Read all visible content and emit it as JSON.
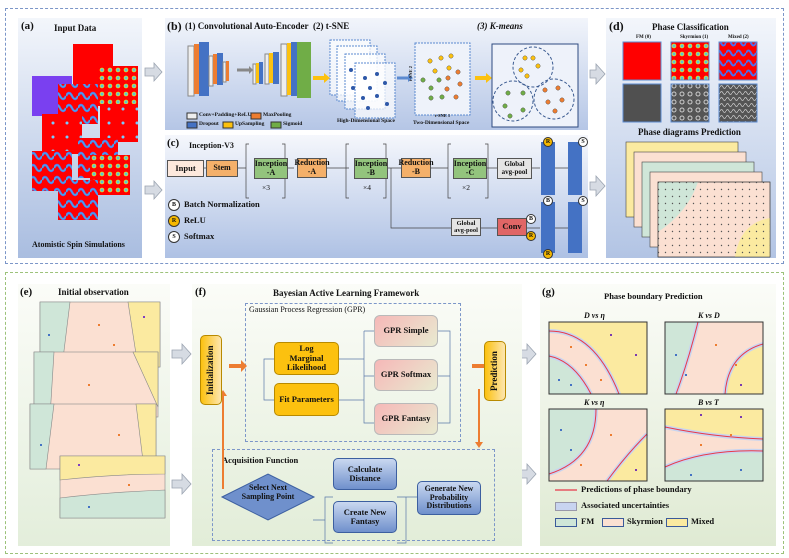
{
  "panel_a": {
    "label": "(a)",
    "title": "Input Data",
    "caption": "Atomistic Spin Simulations"
  },
  "panel_b": {
    "label": "(b)",
    "step1": "(1) Convolutional Auto-Encoder",
    "step2": "(2) t-SNE",
    "step3": "(3) K-means",
    "legend": [
      "Conv+Padding+ReLU",
      "MaxPooling",
      "Dropout",
      "UpSampling",
      "Sigmoid"
    ],
    "high_dim": "High-Dimensional Space",
    "two_dim": "Two-Dimensional Space",
    "axis_x": "t-SNE 1",
    "axis_y": "t-SNE 2"
  },
  "panel_c": {
    "label": "(c)",
    "title": "Inception-V3",
    "blocks": {
      "input": "Input",
      "stem": "Stem",
      "inc_a": "Inception -A",
      "red_a": "Reduction -A",
      "inc_b": "Inception -B",
      "red_b": "Reduction -B",
      "inc_c": "Inception -C",
      "gap": "Global avg-pool",
      "gap2": "Global avg-pool",
      "conv": "Conv"
    },
    "repeats": [
      "×3",
      "×4",
      "×2"
    ],
    "legend": [
      {
        "sym": "B",
        "label": "Batch Normalization"
      },
      {
        "sym": "R",
        "label": "ReLU"
      },
      {
        "sym": "S",
        "label": "Softmax"
      }
    ]
  },
  "panel_d": {
    "label": "(d)",
    "title": "Phase Classification",
    "classes": [
      "FM (0)",
      "Skyrmion (1)",
      "Mixed (2)"
    ],
    "subtitle": "Phase diagrams Prediction"
  },
  "panel_e": {
    "label": "(e)",
    "title": "Initial observation"
  },
  "panel_f": {
    "label": "(f)",
    "title": "Bayesian Active Learning Framework",
    "gpr_title": "Gaussian Process Regression (GPR)",
    "init": "Initialization",
    "prediction": "Prediction",
    "log_ml": "Log Marginal Likelihood",
    "fit": "Fit Parameters",
    "gpr_simple": "GPR Simple",
    "gpr_softmax": "GPR Softmax",
    "gpr_fantasy": "GPR Fantasy",
    "acq_title": "Acquisition Function",
    "calc": "Calculate Distance",
    "create": "Create New Fantasy",
    "generate": "Generate New Probability Distributions",
    "select": "Select Next Sampling Point"
  },
  "panel_g": {
    "label": "(g)",
    "title": "Phase boundary Prediction",
    "plots": [
      "D vs η",
      "K vs D",
      "K vs η",
      "B vs T"
    ],
    "legend_line": "Predictions of phase boundary",
    "legend_unc": "Associated uncertainties",
    "phases": [
      "FM",
      "Skyrmion",
      "Mixed"
    ]
  },
  "colors": {
    "fm": "#cfe6d8",
    "skyrmion": "#fbe0d2",
    "mixed": "#fbeaa0",
    "boundary": "#e8394a",
    "uncertainty": "#c8d4f0",
    "orange": "#fcc10f",
    "blue_bar": "#4472c4"
  }
}
